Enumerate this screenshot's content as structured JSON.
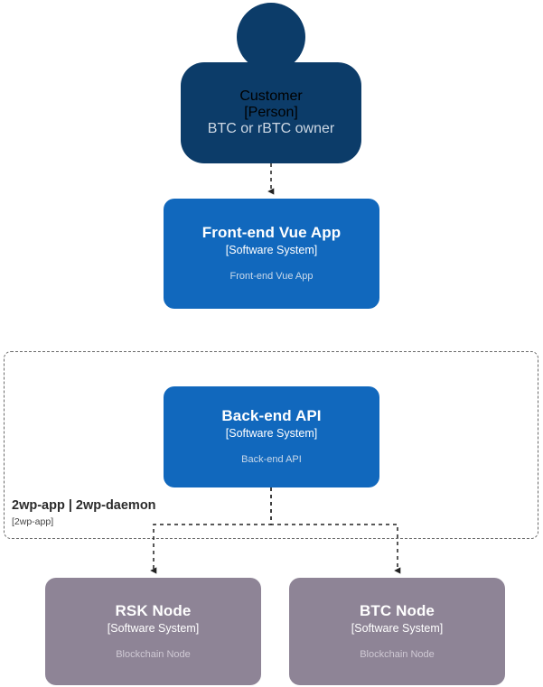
{
  "diagram": {
    "kind": "c4-context-diagram",
    "background": "#ffffff",
    "colors": {
      "person": "#0c3c69",
      "software_system": "#1168bd",
      "external_node": "#8e8496",
      "boundary_border": "#6b6b6b",
      "connector": "#333333",
      "title_text": "#ffffff",
      "description_text": "#cdd8e4"
    }
  },
  "nodes": {
    "customer": {
      "title": "Customer",
      "type": "[Person]",
      "description": "BTC or rBTC owner",
      "shape": "person"
    },
    "frontend": {
      "title": "Front-end Vue App",
      "type": "[Software System]",
      "description": "Front-end Vue App",
      "shape": "box"
    },
    "backend": {
      "title": "Back-end API",
      "type": "[Software System]",
      "description": "Back-end API",
      "shape": "box"
    },
    "rsk_node": {
      "title": "RSK Node",
      "type": "[Software System]",
      "description": "Blockchain Node",
      "shape": "box"
    },
    "btc_node": {
      "title": "BTC Node",
      "type": "[Software System]",
      "description": "Blockchain Node",
      "shape": "box"
    }
  },
  "boundary": {
    "title": "2wp-app | 2wp-daemon",
    "type": "[2wp-app]",
    "style": "dashed"
  },
  "connectors": [
    {
      "id": "customer-to-frontend",
      "from": "customer",
      "to": "frontend",
      "style": "dashed",
      "arrow": "end",
      "label": ""
    },
    {
      "id": "backend-to-rsk",
      "from": "backend",
      "to": "rsk_node",
      "style": "dashed",
      "arrow": "end",
      "label": ""
    },
    {
      "id": "backend-to-btc",
      "from": "backend",
      "to": "btc_node",
      "style": "dashed",
      "arrow": "end",
      "label": ""
    }
  ]
}
